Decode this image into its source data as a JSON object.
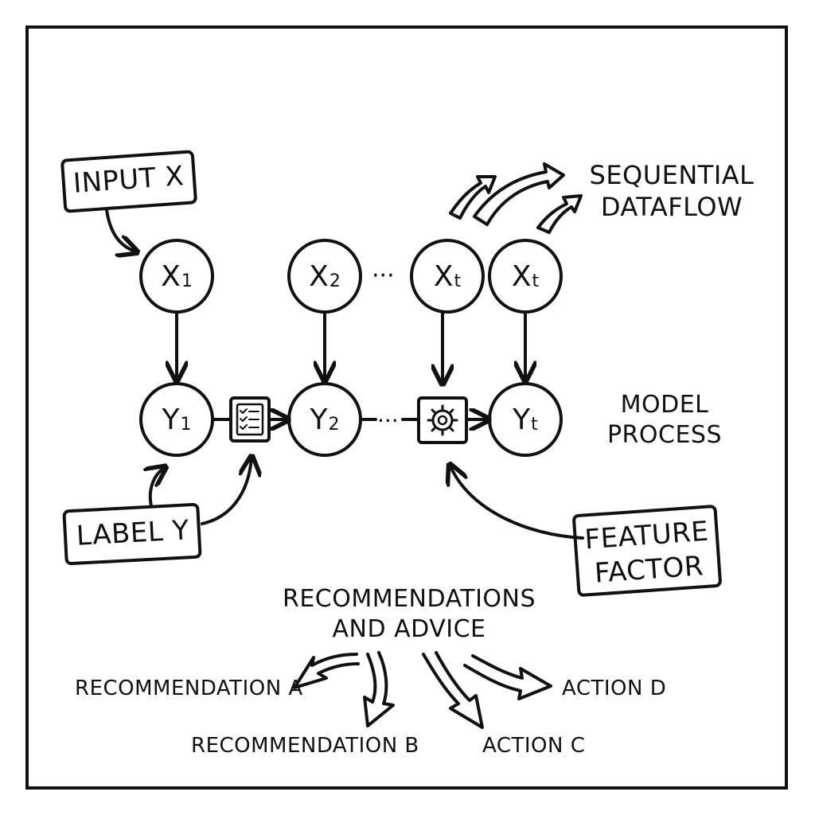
{
  "labels": {
    "input_x": "INPUT X",
    "label_y": "LABEL Y",
    "sequential_line1": "SEQUENTIAL",
    "sequential_line2": "DATAFLOW",
    "model_line1": "MODEL",
    "model_line2": "PROCESS",
    "feature_line1": "FEATURE",
    "feature_line2": "FACTOR",
    "recs_line1": "RECOMMENDATIONS",
    "recs_line2": "AND ADVICE",
    "rec_a": "RECOMMENDATION A",
    "rec_b": "RECOMMENDATION B",
    "action_c": "ACTION C",
    "action_d": "ACTION D"
  },
  "nodes": {
    "x1": {
      "base": "X",
      "sub": "1"
    },
    "x2": {
      "base": "X",
      "sub": "2"
    },
    "xt1": {
      "base": "X",
      "sub": "t"
    },
    "xt2": {
      "base": "X",
      "sub": "t"
    },
    "y1": {
      "base": "Y",
      "sub": "1"
    },
    "y2": {
      "base": "Y",
      "sub": "2"
    },
    "yt": {
      "base": "Y",
      "sub": "t"
    }
  },
  "ellipsis": "···",
  "icons": {
    "checklist": "checklist-icon",
    "gear": "gear-icon"
  }
}
